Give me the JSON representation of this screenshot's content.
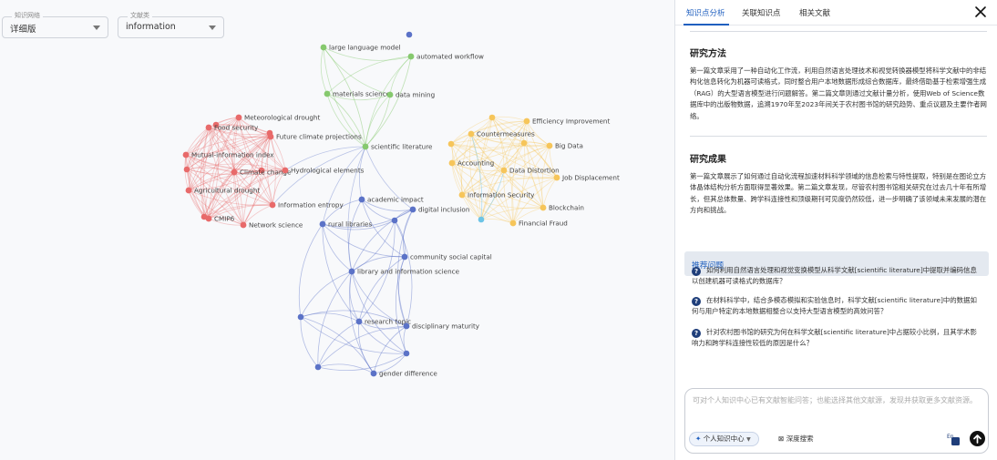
{
  "filters": {
    "view": {
      "label": "知识网络",
      "value": "详细版"
    },
    "type": {
      "label": "文献类",
      "value": "information"
    }
  },
  "graph": {
    "groups": {
      "green": "#86c96e",
      "red": "#e86a6a",
      "blue": "#5b72c7",
      "yellow": "#f6c55a",
      "cyan": "#6cc4e6"
    },
    "nodes": [
      {
        "label": "large language model",
        "group": "green"
      },
      {
        "label": "automated workflow",
        "group": "green"
      },
      {
        "label": "materials science",
        "group": "green"
      },
      {
        "label": "data mining",
        "group": "green"
      },
      {
        "label": "scientific literature",
        "group": "green"
      },
      {
        "label": "Meteorological drought",
        "group": "red"
      },
      {
        "label": "Food security",
        "group": "red"
      },
      {
        "label": "Future climate projections",
        "group": "red"
      },
      {
        "label": "Mutual-information index",
        "group": "red"
      },
      {
        "label": "Climate change",
        "group": "red"
      },
      {
        "label": "Hydrological elements",
        "group": "red"
      },
      {
        "label": "Agricultural drought",
        "group": "red"
      },
      {
        "label": "Information entropy",
        "group": "red"
      },
      {
        "label": "CMIP6",
        "group": "red"
      },
      {
        "label": "Network science",
        "group": "red"
      },
      {
        "label": "Efficiency Improvement",
        "group": "yellow"
      },
      {
        "label": "Countermeasures",
        "group": "yellow"
      },
      {
        "label": "Big Data",
        "group": "yellow"
      },
      {
        "label": "Accounting",
        "group": "yellow"
      },
      {
        "label": "Data Distortion",
        "group": "yellow"
      },
      {
        "label": "Job Displacement",
        "group": "yellow"
      },
      {
        "label": "Information Security",
        "group": "yellow"
      },
      {
        "label": "Blockchain",
        "group": "yellow"
      },
      {
        "label": "Financial Fraud",
        "group": "yellow"
      },
      {
        "label": "academic impact",
        "group": "blue"
      },
      {
        "label": "rural libraries",
        "group": "blue"
      },
      {
        "label": "digital inclusion",
        "group": "blue"
      },
      {
        "label": "community social capital",
        "group": "blue"
      },
      {
        "label": "library and information science",
        "group": "blue"
      },
      {
        "label": "research topic",
        "group": "blue"
      },
      {
        "label": "disciplinary maturity",
        "group": "blue"
      },
      {
        "label": "gender difference",
        "group": "blue"
      }
    ]
  },
  "panel": {
    "tabs": [
      "知识点分析",
      "关联知识点",
      "相关文献"
    ],
    "active_tab": 0,
    "method_title": "研究方法",
    "method_text": "第一篇文章采用了一种自动化工作流，利用自然语言处理技术和视觉转换器模型将科学文献中的非结构化信息转化为机器可读格式，同时整合用户本地数据形成综合数据库，最终借助基于检索增强生成（RAG）的大型语言模型进行问题解答。第二篇文章则通过文献计量分析，使用Web of Science数据库中的出版物数据，追溯1970年至2023年间关于农村图书馆的研究趋势、重点议题及主要作者网络。",
    "result_title": "研究成果",
    "result_text": "第一篇文章展示了如何通过自动化流程加速材料科学领域的信息检索与特性提取，特别是在图论立方体晶体结构分析方面取得显著效果。第二篇文章发现，尽管农村图书馆相关研究在过去几十年有所增长，但其总体数量、跨学科连接性和顶级期刊可见度仍然较低，进一步明确了该领域未来发展的潜在方向和挑战。",
    "rec_title": "推荐问题",
    "questions": [
      "如何利用自然语言处理和视觉变换模型从科学文献[scientific literature]中提取并编码信息以创建机器可读格式的数据库？",
      "在材料科学中，结合多模态模拟和实验信息时，科学文献[scientific literature]中的数据如何与用户特定的本地数据相整合以支持大型语言模型的高效问答？",
      "针对农村图书馆的研究为何在科学文献[scientific literature]中占据较小比例，且其学术影响力和跨学科连接性较低的原因是什么？"
    ],
    "input_placeholder": "可对个人知识中心已有文献智能问答；也能选择其他文献源，发现并获取更多文献资源。",
    "kb_chip": "个人知识中心",
    "deep_chip": "深度搜索",
    "lang_badge": "En"
  }
}
